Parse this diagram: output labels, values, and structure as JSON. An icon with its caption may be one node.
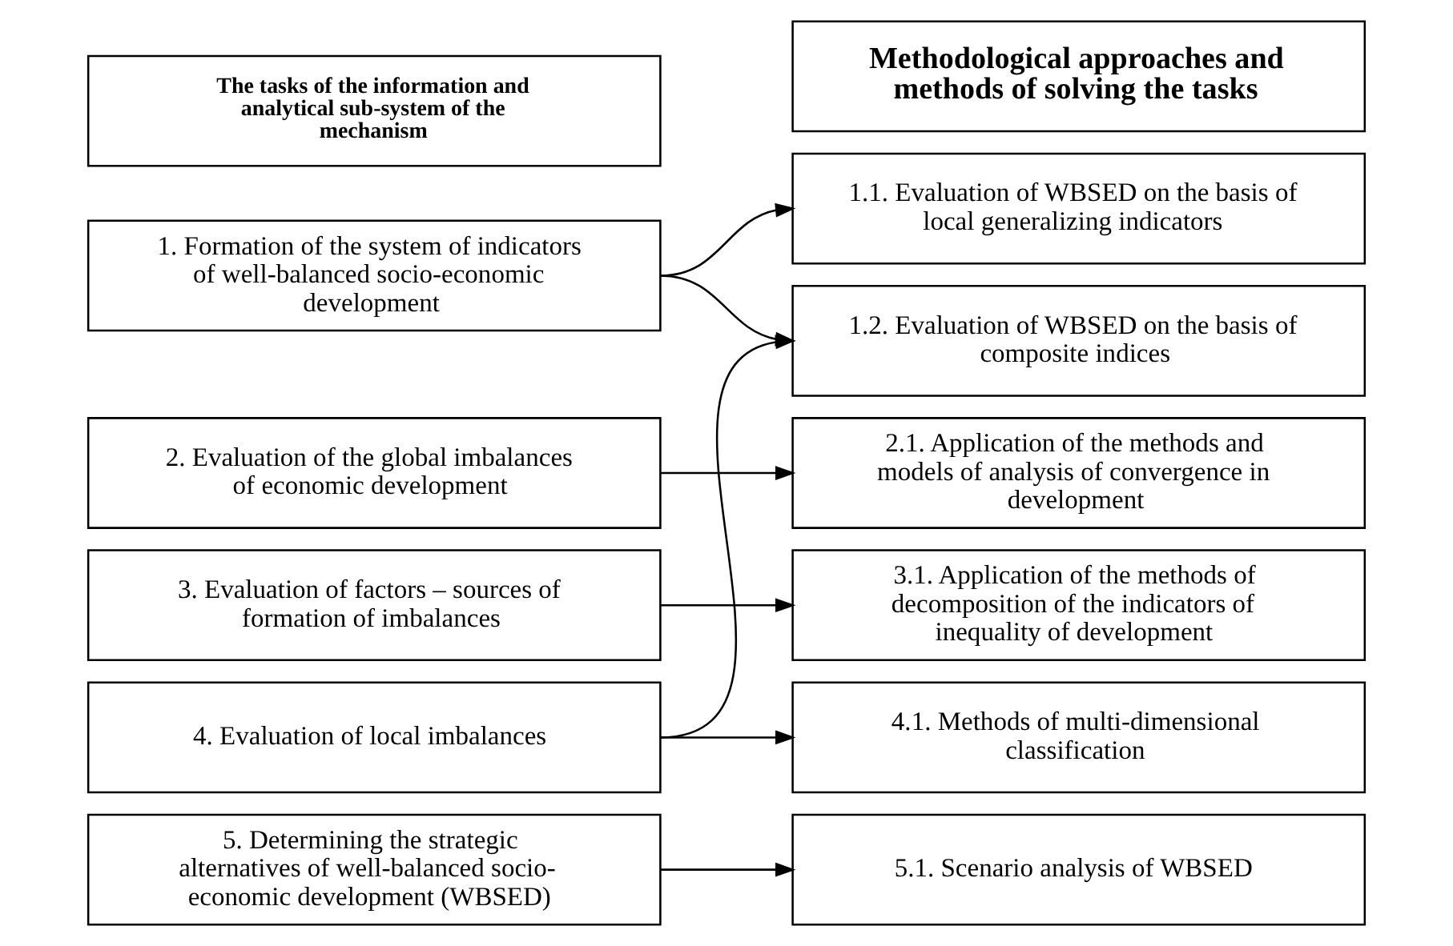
{
  "diagram": {
    "nodes": [
      {
        "text": [
          "The tasks of the information and analytical sub-system of the mechanism"
        ]
      },
      {
        "text": [
          "Methodological approaches and methods of solving the tasks"
        ]
      },
      {
        "text": [
          "1. Formation of the system of indicators of well-balanced socio-economic development"
        ]
      },
      {
        "text": [
          "2. Evaluation of the global imbalances of economic development"
        ]
      },
      {
        "text": [
          "3. Evaluation of factors – sources of formation of imbalances"
        ]
      },
      {
        "text": [
          "4. Evaluation of local imbalances"
        ]
      },
      {
        "text": [
          "5. Determining the strategic alternatives of well-balanced socio-economic development (WBSED)"
        ]
      },
      {
        "text": [
          "1.1. Evaluation of WBSED on the basis of local generalizing indicators"
        ]
      },
      {
        "text": [
          "1.2. Evaluation of WBSED on the basis of composite indices"
        ]
      },
      {
        "text": [
          "2.1. Application of the methods and models of analysis of convergence in development"
        ]
      },
      {
        "text": [
          "3.1. Application of the methods of decomposition of the indicators of inequality of development"
        ]
      },
      {
        "text": [
          "4.1. Methods of multi-dimensional classification"
        ]
      },
      {
        "text": [
          "5.1. Scenario analysis of WBSED"
        ]
      }
    ],
    "edges": [
      {
        "from": 2,
        "to": 7,
        "arrow": "to"
      },
      {
        "from": 2,
        "to": 8,
        "arrow": "to"
      },
      {
        "from": 3,
        "to": 9,
        "arrow": "to"
      },
      {
        "from": 4,
        "to": 10,
        "arrow": "to"
      },
      {
        "from": 5,
        "to": 8,
        "arrow": "to"
      },
      {
        "from": 5,
        "to": 11,
        "arrow": "to"
      },
      {
        "from": 6,
        "to": 12,
        "arrow": "to"
      }
    ]
  }
}
